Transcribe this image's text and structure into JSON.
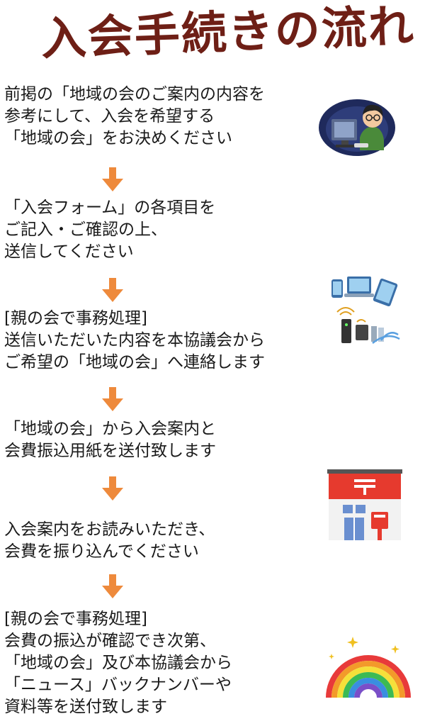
{
  "title": "入会手続きの流れ",
  "steps": [
    {
      "lines": [
        "前掲の「地域の会のご案内の内容を",
        "参考にして、入会を希望する",
        "「地域の会」をお決めください"
      ]
    },
    {
      "lines": [
        "「入会フォーム」の各項目を",
        "ご記入・ご確認の上、",
        "送信してください"
      ]
    },
    {
      "lines": [
        "[親の会で事務処理]",
        "送信いただいた内容を本協議会から",
        "ご希望の「地域の会」へ連絡します"
      ]
    },
    {
      "lines": [
        "「地域の会」から入会案内と",
        "会費振込用紙を送付致します"
      ]
    },
    {
      "lines": [
        "入会案内をお読みいただき、",
        "会費を振り込んでください"
      ]
    },
    {
      "lines": [
        "[親の会で事務処理]",
        "会費の振込が確認でき次第、",
        "「地域の会」及び本協議会から",
        "「ニュース」バックナンバーや",
        "資料等を送付致します"
      ]
    }
  ],
  "icons": [
    "person-at-computer-icon",
    "devices-network-icon",
    "post-office-icon",
    "rainbow-icon"
  ],
  "colors": {
    "title": "#6e1f16",
    "arrow": "#ee8a3c",
    "text": "#1a1a1a"
  }
}
